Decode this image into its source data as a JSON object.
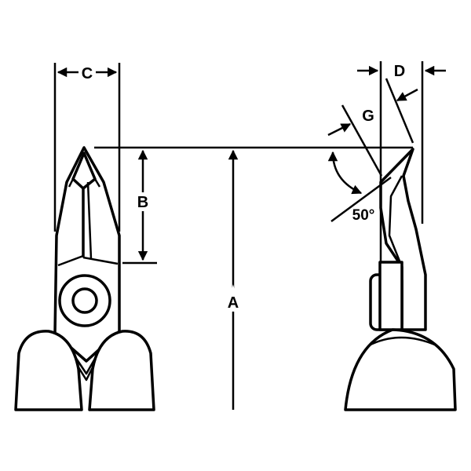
{
  "labels": {
    "a": "A",
    "b": "B",
    "c": "C",
    "d": "D",
    "g": "G",
    "angle": "50°"
  },
  "colors": {
    "ink": "#000000",
    "paper": "#ffffff"
  }
}
